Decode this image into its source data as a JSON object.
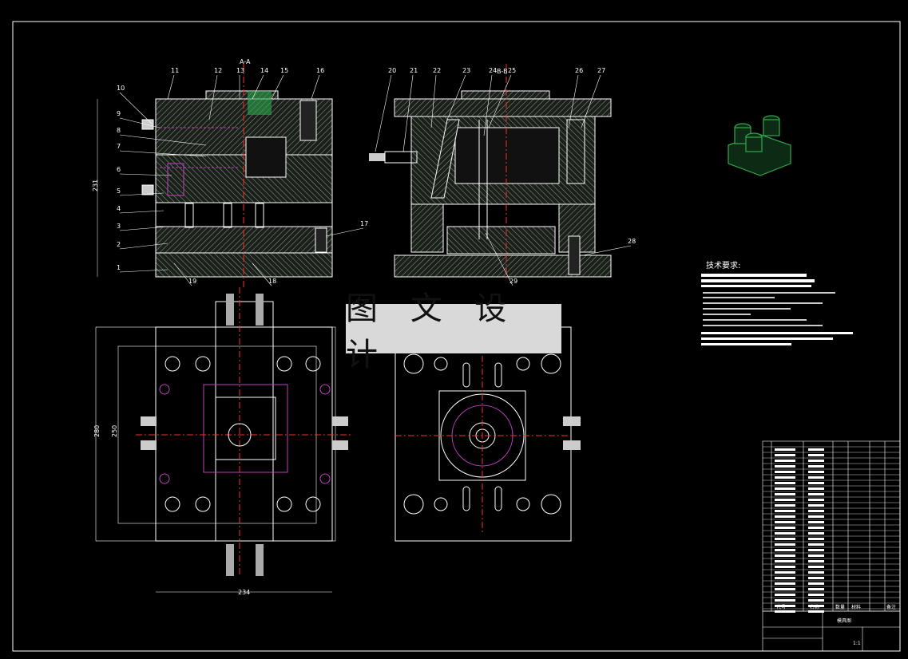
{
  "watermark": "图 文 设 计",
  "tech_req_title": "技术要求:",
  "part_labels": {
    "left": [
      "1",
      "2",
      "3",
      "4",
      "5",
      "6",
      "7",
      "8",
      "9",
      "10",
      "11",
      "12",
      "13",
      "14",
      "15",
      "16",
      "17",
      "18",
      "19"
    ],
    "right": [
      "20",
      "21",
      "22",
      "23",
      "24",
      "25",
      "26",
      "27",
      "28",
      "29"
    ]
  },
  "section_marks": [
    "A-A",
    "B-B"
  ],
  "dimensions": {
    "height_left": "231",
    "outer_left": "280",
    "inner_left": "250",
    "bottom_width": "234"
  },
  "title_block": {
    "code_header": "代号",
    "name_header": "名称",
    "qty_header": "数量",
    "material_header": "材料",
    "remark_header": "备注",
    "drawing_title": "模具图",
    "scale": "1:1"
  },
  "colors": {
    "background": "#000000",
    "line": "#ffffff",
    "hatch": "#8a9a8a",
    "center_line": "#ff2a2a",
    "part_number_line": "#ffffff",
    "highlight": "#c040c0",
    "accent_green": "#2fa84f"
  }
}
